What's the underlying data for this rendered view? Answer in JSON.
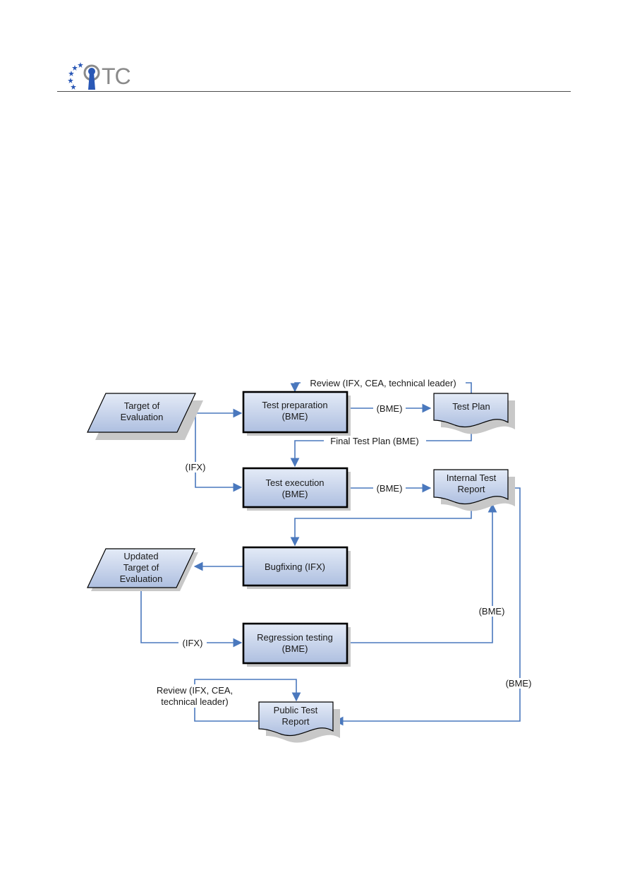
{
  "header": {
    "logo_text": "TC"
  },
  "diagram": {
    "nodes": {
      "target_of_evaluation": [
        "Target of",
        "Evaluation"
      ],
      "test_preparation": [
        "Test preparation",
        "(BME)"
      ],
      "test_plan": [
        "Test Plan"
      ],
      "test_execution": [
        "Test execution",
        "(BME)"
      ],
      "internal_test_report": [
        "Internal Test",
        "Report"
      ],
      "bugfixing": [
        "Bugfixing (IFX)"
      ],
      "updated_target": [
        "Updated",
        "Target of",
        "Evaluation"
      ],
      "regression_testing": [
        "Regression testing",
        "(BME)"
      ],
      "public_test_report": [
        "Public Test",
        "Report"
      ]
    },
    "labels": {
      "review_top": "Review (IFX, CEA, technical leader)",
      "bme_to_plan": "(BME)",
      "final_test_plan": "Final Test Plan (BME)",
      "ifx_left": "(IFX)",
      "bme_to_internal": "(BME)",
      "ifx_regression": "(IFX)",
      "bme_regression": "(BME)",
      "bme_public": "(BME)",
      "review_bottom": [
        "Review (IFX, CEA,",
        "technical leader)"
      ]
    },
    "colors": {
      "arrow": "#4a78bd",
      "fill_top": "#e4ebf7",
      "fill_bottom": "#aebfe0",
      "stroke": "#000000",
      "shadow": "#c8c8c8"
    }
  }
}
